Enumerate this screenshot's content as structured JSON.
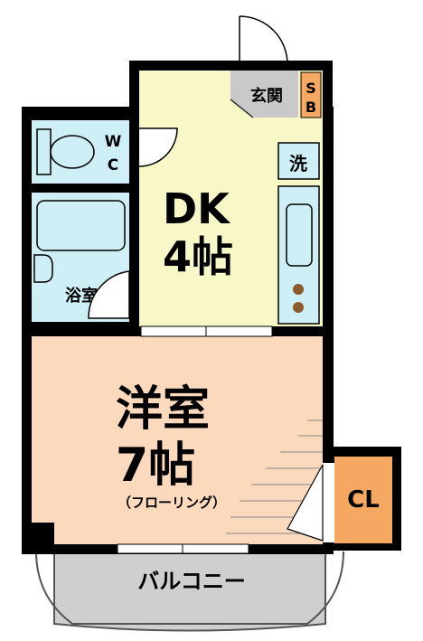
{
  "rooms": {
    "dk": {
      "name": "DK",
      "size": "4帖"
    },
    "western": {
      "name": "洋室",
      "size": "7帖",
      "note": "（フローリング）"
    },
    "closet": {
      "label": "CL"
    },
    "bath": {
      "label": "浴室"
    },
    "wc": {
      "line1": "W",
      "line2": "C"
    },
    "entrance": {
      "label": "玄関"
    },
    "shoebox": {
      "line1": "S",
      "line2": "B"
    },
    "washer": {
      "label": "洗"
    },
    "balcony": {
      "label": "バルコニー"
    }
  },
  "colors": {
    "dk": "#f7f7c8",
    "western": "#fbd9bc",
    "wet": "#cfeff7",
    "entrance": "#c9c9c9",
    "balcony": "#cfcfcf",
    "closet": "#f5a862",
    "shoebox": "#f5a862",
    "wall": "#000000"
  }
}
